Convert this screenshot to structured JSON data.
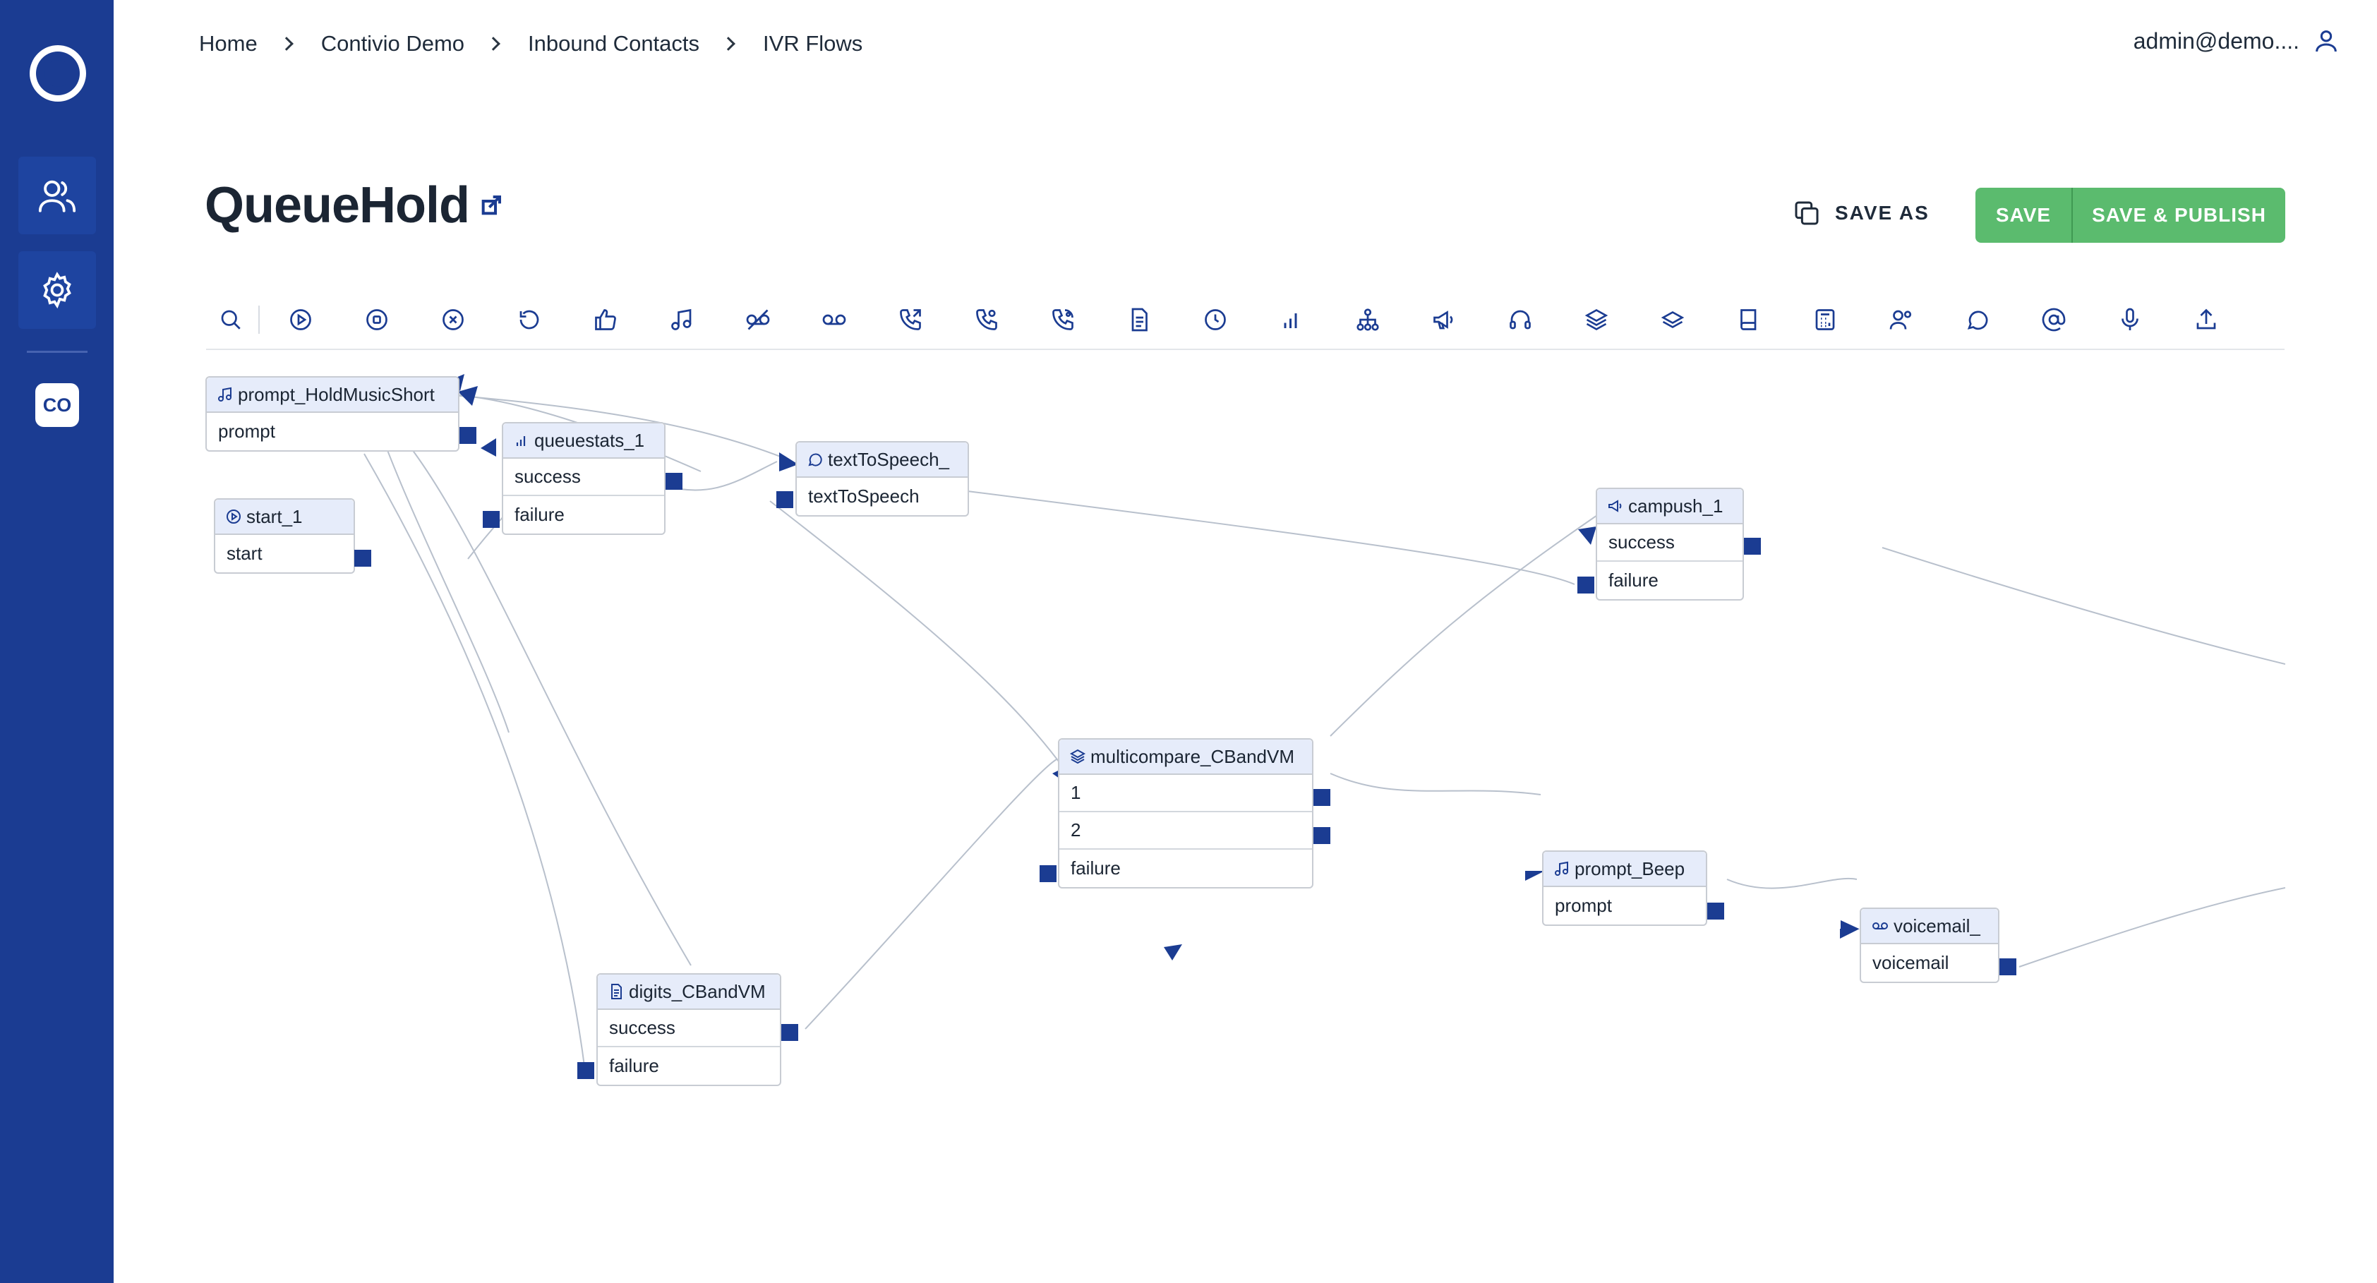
{
  "sidebar": {
    "items": [
      {
        "name": "users",
        "icon": "users-icon"
      },
      {
        "name": "settings",
        "icon": "gear-icon"
      }
    ],
    "workspace_badge": "CO"
  },
  "breadcrumb": [
    "Home",
    "Contivio Demo",
    "Inbound Contacts",
    "IVR Flows"
  ],
  "header": {
    "user": "admin@demo....",
    "title": "QueueHold"
  },
  "actions": {
    "save_as": "SAVE AS",
    "save": "SAVE",
    "save_publish": "SAVE & PUBLISH"
  },
  "toolbar": [
    "search-icon",
    "play-icon",
    "stop-icon",
    "cancel-icon",
    "undo-icon",
    "thumbs-up-icon",
    "music-icon",
    "voicemail-off-icon",
    "voicemail-icon",
    "phone-forward-icon",
    "phone-user-icon",
    "phone-callback-icon",
    "document-icon",
    "clock-icon",
    "chart-icon",
    "hierarchy-icon",
    "megaphone-icon",
    "headset-icon",
    "layers-icon",
    "layer-icon",
    "book-icon",
    "calculator-icon",
    "user-group-icon",
    "chat-icon",
    "at-icon",
    "mic-icon",
    "upload-icon"
  ],
  "colors": {
    "sidebar": "#1b3c92",
    "accent": "#5bbb6e",
    "node_header": "#e6ecfa",
    "port": "#1b3c92"
  },
  "nodes": {
    "prompt_hold": {
      "title": "prompt_HoldMusicShort",
      "ports": [
        "prompt"
      ]
    },
    "start": {
      "title": "start_1",
      "ports": [
        "start"
      ]
    },
    "queuestats": {
      "title": "queuestats_1",
      "ports": [
        "success",
        "failure"
      ]
    },
    "tts": {
      "title": "textToSpeech_",
      "ports": [
        "textToSpeech"
      ]
    },
    "campush": {
      "title": "campush_1",
      "ports": [
        "success",
        "failure"
      ]
    },
    "multicompare": {
      "title": "multicompare_CBandVM",
      "ports": [
        "1",
        "2",
        "failure"
      ]
    },
    "prompt_beep": {
      "title": "prompt_Beep",
      "ports": [
        "prompt"
      ]
    },
    "voicemail": {
      "title": "voicemail_",
      "ports": [
        "voicemail"
      ]
    },
    "digits": {
      "title": "digits_CBandVM",
      "ports": [
        "success",
        "failure"
      ]
    }
  }
}
